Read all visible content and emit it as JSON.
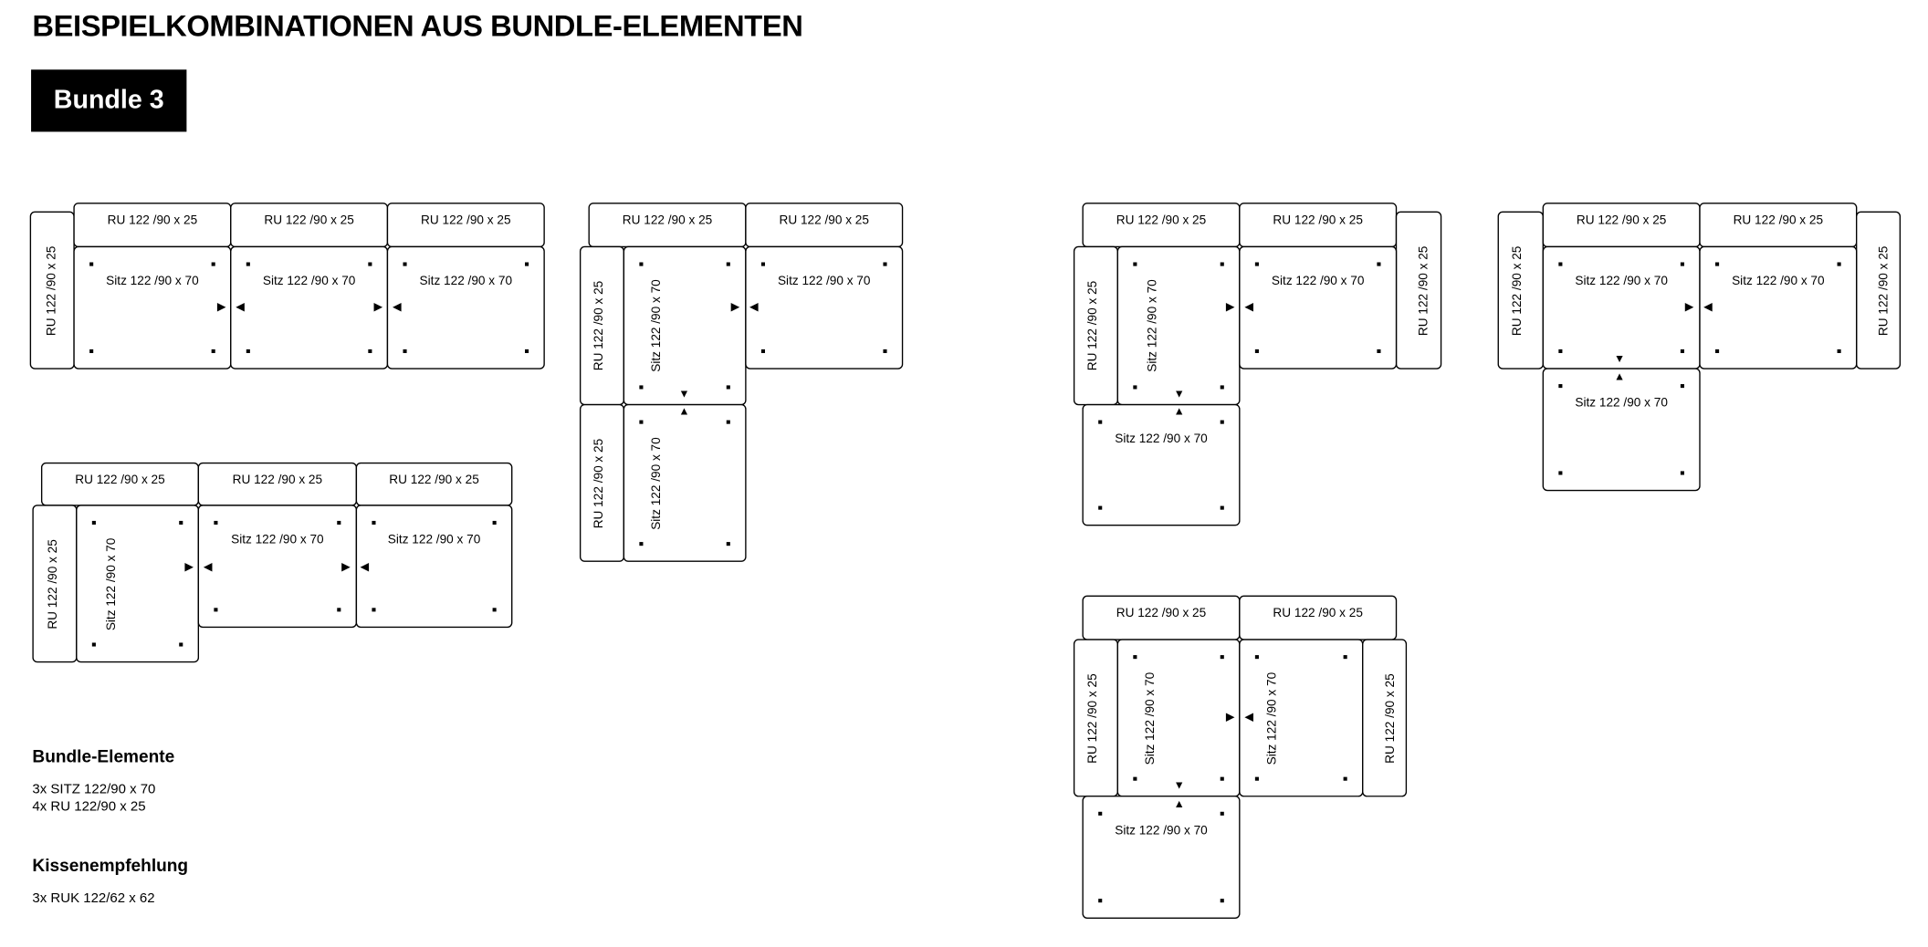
{
  "page": {
    "title": "BEISPIELKOMBINATIONEN AUS BUNDLE-ELEMENTEN",
    "badge": "Bundle 3"
  },
  "labels": {
    "ru": "RU 122 /90 x 25",
    "sitz": "Sitz 122 /90 x 70"
  },
  "bundle_elements": {
    "heading": "Bundle-Elemente",
    "items": [
      "3x SITZ 122/90 x 70",
      "4x RU 122/90 x 25"
    ]
  },
  "cushions": {
    "heading": "Kissenempfehlung",
    "items": [
      "3x RUK 122/62 x 62"
    ]
  }
}
